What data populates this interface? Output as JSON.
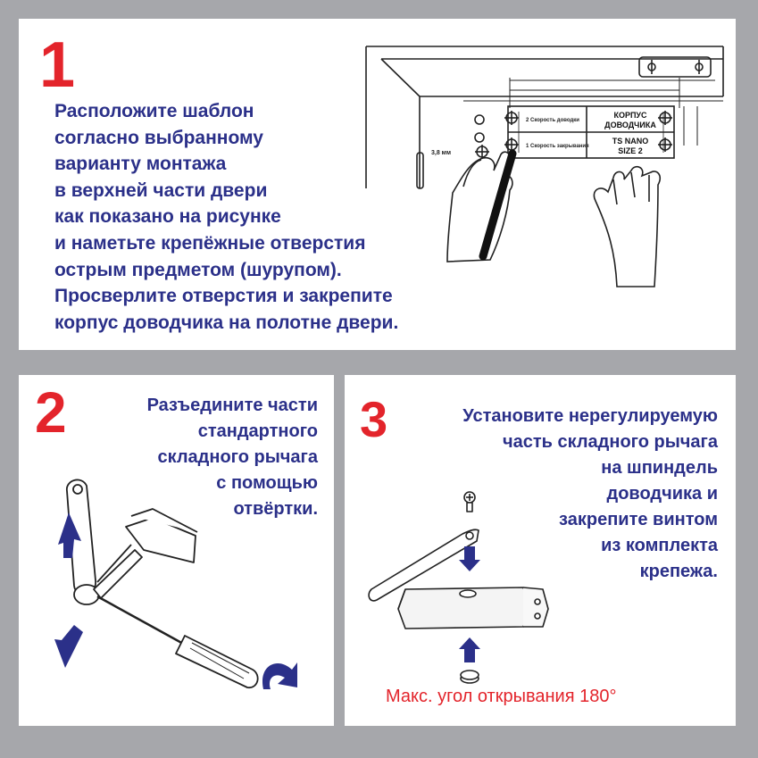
{
  "step1": {
    "number": "1",
    "lines": [
      "Расположите шаблон",
      "согласно выбранному",
      "варианту монтажа",
      "в верхней части двери",
      "как показано на рисунке",
      "и наметьте крепёжные отверстия",
      "острым предметом (шурупом).",
      "Просверлите отверстия и закрепите",
      "корпус доводчика на полотне двери."
    ],
    "template": {
      "speed_label": "2 Скорость доводки",
      "close_label": "1 Скорость закрывания",
      "body_line1": "КОРПУС",
      "body_line2": "ДОВОДЧИКА",
      "model_line1": "TS NANO",
      "model_line2": "SIZE 2",
      "drill_label": "3,8 мм"
    }
  },
  "step2": {
    "number": "2",
    "lines": [
      "Разъедините части",
      "стандартного",
      "складного рычага",
      "с помощью",
      "отвёртки."
    ]
  },
  "step3": {
    "number": "3",
    "lines": [
      "Установите нерегулируемую",
      "часть складного рычага",
      "на шпиндель",
      "доводчика и",
      "закрепите винтом",
      "из комплекта",
      "крепежа."
    ],
    "note": "Макс. угол  открывания 180°"
  },
  "colors": {
    "background": "#a6a7ab",
    "panel": "#ffffff",
    "number": "#e3242b",
    "text": "#2b3089",
    "arrow": "#2b3089"
  }
}
